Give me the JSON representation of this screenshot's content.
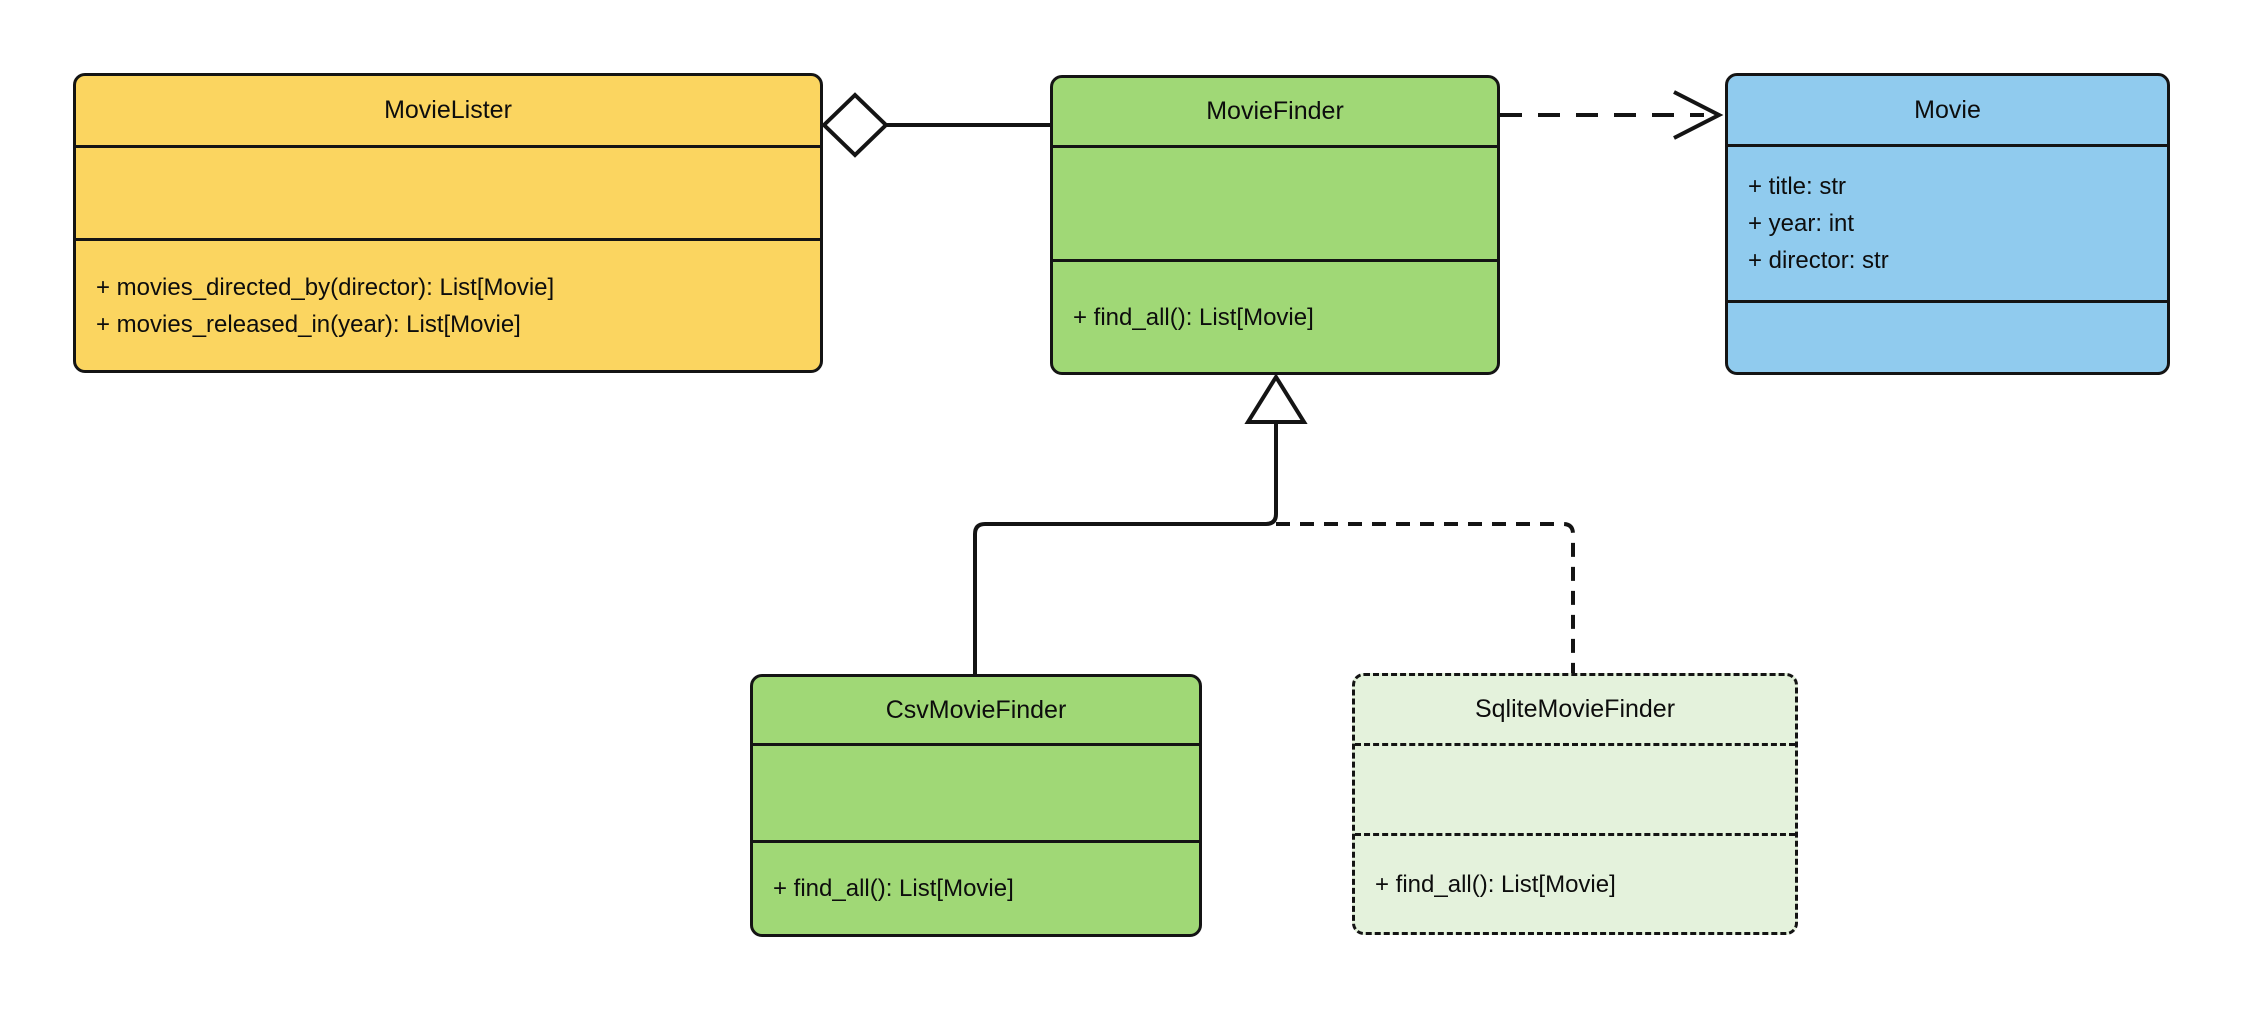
{
  "diagram": {
    "kind": "uml-class-diagram",
    "classes": [
      {
        "id": "movie-lister",
        "name": "MovieLister",
        "attributes": [],
        "methods": [
          "+ movies_directed_by(director): List[Movie]",
          "+ movies_released_in(year): List[Movie]"
        ],
        "fill": "#FBD560",
        "border_style": "solid"
      },
      {
        "id": "movie-finder",
        "name": "MovieFinder",
        "attributes": [],
        "methods": [
          "+ find_all(): List[Movie]"
        ],
        "fill": "#A0D876",
        "border_style": "solid"
      },
      {
        "id": "movie",
        "name": "Movie",
        "attributes": [
          "+ title: str",
          "+ year: int",
          "+ director: str"
        ],
        "methods": [],
        "fill": "#90CBEE",
        "border_style": "solid"
      },
      {
        "id": "csv-movie-finder",
        "name": "CsvMovieFinder",
        "attributes": [],
        "methods": [
          "+ find_all(): List[Movie]"
        ],
        "fill": "#A0D876",
        "border_style": "solid"
      },
      {
        "id": "sqlite-movie-finder",
        "name": "SqliteMovieFinder",
        "attributes": [],
        "methods": [
          "+ find_all(): List[Movie]"
        ],
        "fill": "#E4F2DC",
        "border_style": "dashed"
      }
    ],
    "relationships": [
      {
        "type": "aggregation",
        "from": "MovieLister",
        "to": "MovieFinder",
        "line_style": "solid",
        "marker": "hollow-diamond at MovieLister"
      },
      {
        "type": "dependency",
        "from": "MovieFinder",
        "to": "Movie",
        "line_style": "dashed",
        "marker": "open-arrow at Movie"
      },
      {
        "type": "generalization",
        "from": "CsvMovieFinder",
        "to": "MovieFinder",
        "line_style": "solid",
        "marker": "hollow-triangle at MovieFinder"
      },
      {
        "type": "generalization",
        "from": "SqliteMovieFinder",
        "to": "MovieFinder",
        "line_style": "dashed",
        "marker": "hollow-triangle at MovieFinder"
      }
    ],
    "colors": {
      "yellow": "#FBD560",
      "green": "#A0D876",
      "blue": "#90CBEE",
      "pale_green": "#E4F2DC",
      "stroke": "#141414",
      "background": "#FFFFFF"
    }
  }
}
